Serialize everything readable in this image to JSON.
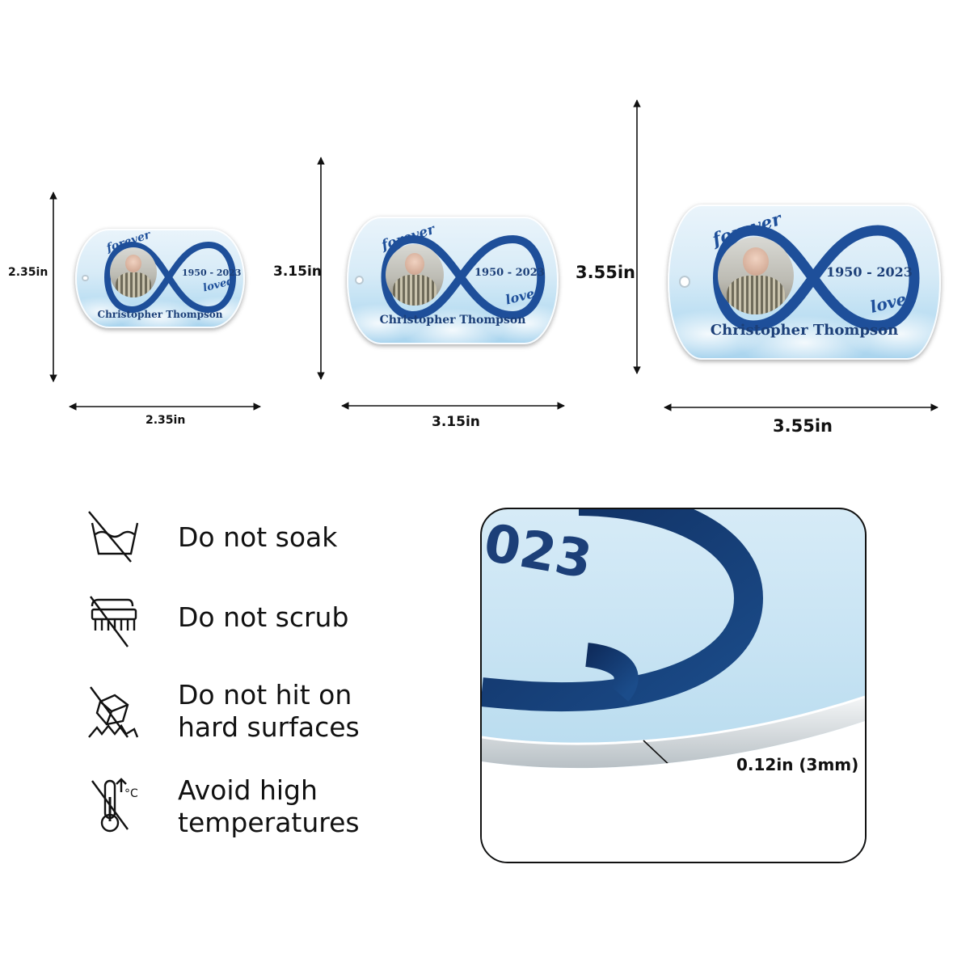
{
  "tags": [
    {
      "script_top": "forever",
      "script_bottom": "loved",
      "years": "1950 - 2023",
      "name": "Christopher Thompson"
    },
    {
      "script_top": "forever",
      "script_bottom": "loved",
      "years": "1950 - 2023",
      "name": "Christopher Thompson"
    },
    {
      "script_top": "forever",
      "script_bottom": "loved",
      "years": "1950 - 2023",
      "name": "Christopher Thompson"
    }
  ],
  "dimensions": [
    {
      "height": "2.35in",
      "width": "2.35in"
    },
    {
      "height": "3.15in",
      "width": "3.15in"
    },
    {
      "height": "3.55in",
      "width": "3.55in"
    }
  ],
  "care": [
    {
      "icon": "no-soak-icon",
      "lines": [
        "Do not soak"
      ]
    },
    {
      "icon": "no-scrub-icon",
      "lines": [
        "Do not scrub"
      ]
    },
    {
      "icon": "no-impact-icon",
      "lines": [
        "Do not hit on",
        "hard surfaces"
      ]
    },
    {
      "icon": "no-heat-icon",
      "lines": [
        "Avoid high",
        "temperatures"
      ]
    }
  ],
  "zoom": {
    "digits": "023",
    "thickness_label": "0.12in (3mm)"
  },
  "colors": {
    "navy": "#1c3f78",
    "infinity_blue": "#1e4f9a",
    "sky": "#cfe6f3"
  }
}
